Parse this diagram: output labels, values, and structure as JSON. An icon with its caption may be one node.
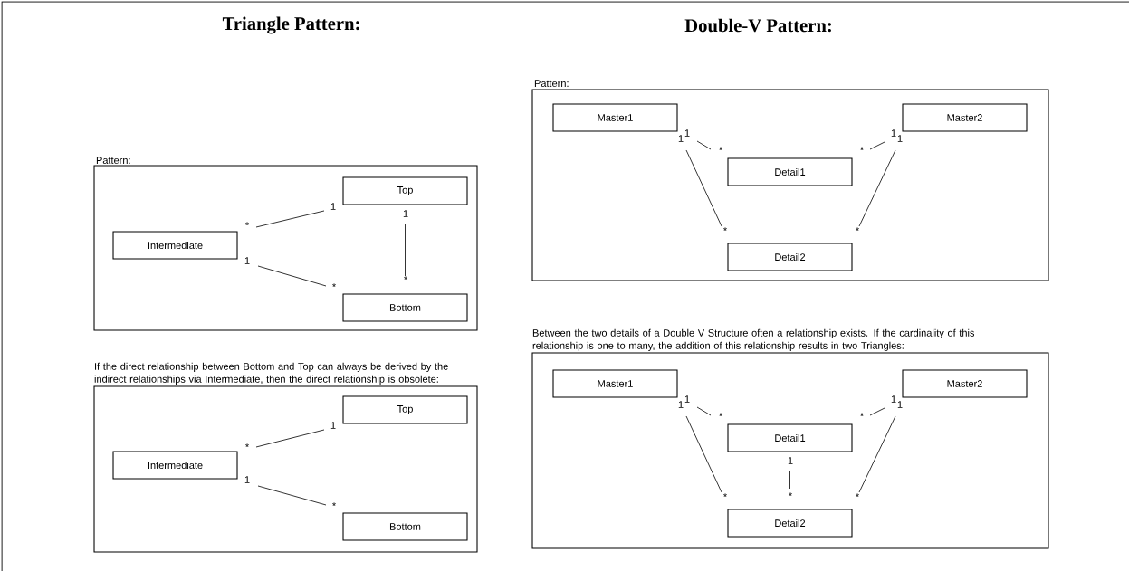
{
  "diagram": {
    "nodes": [
      {
        "text": [
          "Pattern:"
        ]
      },
      {
        "text": [
          "Top"
        ],
        "in": 0
      },
      {
        "text": [
          "Intermediate"
        ],
        "in": 0
      },
      {
        "text": [
          "Bottom"
        ],
        "in": 0
      },
      {
        "text": [
          "If the direct relationship between Bottom and Top can always be derived by the indirect relationships via Intermediate, then the direct relationship is obsolete:"
        ]
      },
      {
        "text": [
          "Top"
        ],
        "in": 4
      },
      {
        "text": [
          "Intermediate"
        ],
        "in": 4
      },
      {
        "text": [
          "Bottom"
        ],
        "in": 4
      },
      {
        "text": [
          "Pattern:"
        ]
      },
      {
        "text": [
          "Master1"
        ],
        "in": 8
      },
      {
        "text": [
          "Master2"
        ],
        "in": 8
      },
      {
        "text": [
          "Detail1"
        ],
        "in": 8
      },
      {
        "text": [
          "Detail2"
        ],
        "in": 8
      },
      {
        "text": [
          "Between the two details of a Double V Structure often a relationship exists.  If the cardinality of this relationship is one to many, the addition of this relationship results in two Triangles:"
        ]
      },
      {
        "text": [
          "Master1"
        ],
        "in": 13
      },
      {
        "text": [
          "Master2"
        ],
        "in": 13
      },
      {
        "text": [
          "Detail1"
        ],
        "in": 13
      },
      {
        "text": [
          "Detail2"
        ],
        "in": 13
      }
    ],
    "edges": [
      {
        "from": 2,
        "to": 1,
        "arrow": "none"
      },
      {
        "from": 1,
        "to": 3,
        "arrow": "none"
      },
      {
        "from": 2,
        "to": 3,
        "arrow": "none"
      },
      {
        "from": 6,
        "to": 5,
        "arrow": "none"
      },
      {
        "from": 6,
        "to": 7,
        "arrow": "none"
      },
      {
        "from": 9,
        "to": 11,
        "arrow": "none"
      },
      {
        "from": 9,
        "to": 12,
        "arrow": "none"
      },
      {
        "from": 10,
        "to": 11,
        "arrow": "none"
      },
      {
        "from": 10,
        "to": 12,
        "arrow": "none"
      },
      {
        "from": 14,
        "to": 16,
        "arrow": "none"
      },
      {
        "from": 14,
        "to": 17,
        "arrow": "none"
      },
      {
        "from": 15,
        "to": 16,
        "arrow": "none"
      },
      {
        "from": 15,
        "to": 17,
        "arrow": "none"
      },
      {
        "from": 16,
        "to": 17,
        "arrow": "none"
      }
    ],
    "labels": [
      "Triangle Pattern:",
      "Double-V Pattern:",
      "*",
      "1",
      "1",
      "*",
      "1",
      "*",
      "*",
      "1",
      "1",
      "*",
      "1",
      "1",
      "*",
      "*",
      "*",
      "1",
      "1",
      "*",
      "1",
      "1",
      "*",
      "*",
      "*",
      "1",
      "1",
      "*",
      "1",
      "*"
    ]
  }
}
